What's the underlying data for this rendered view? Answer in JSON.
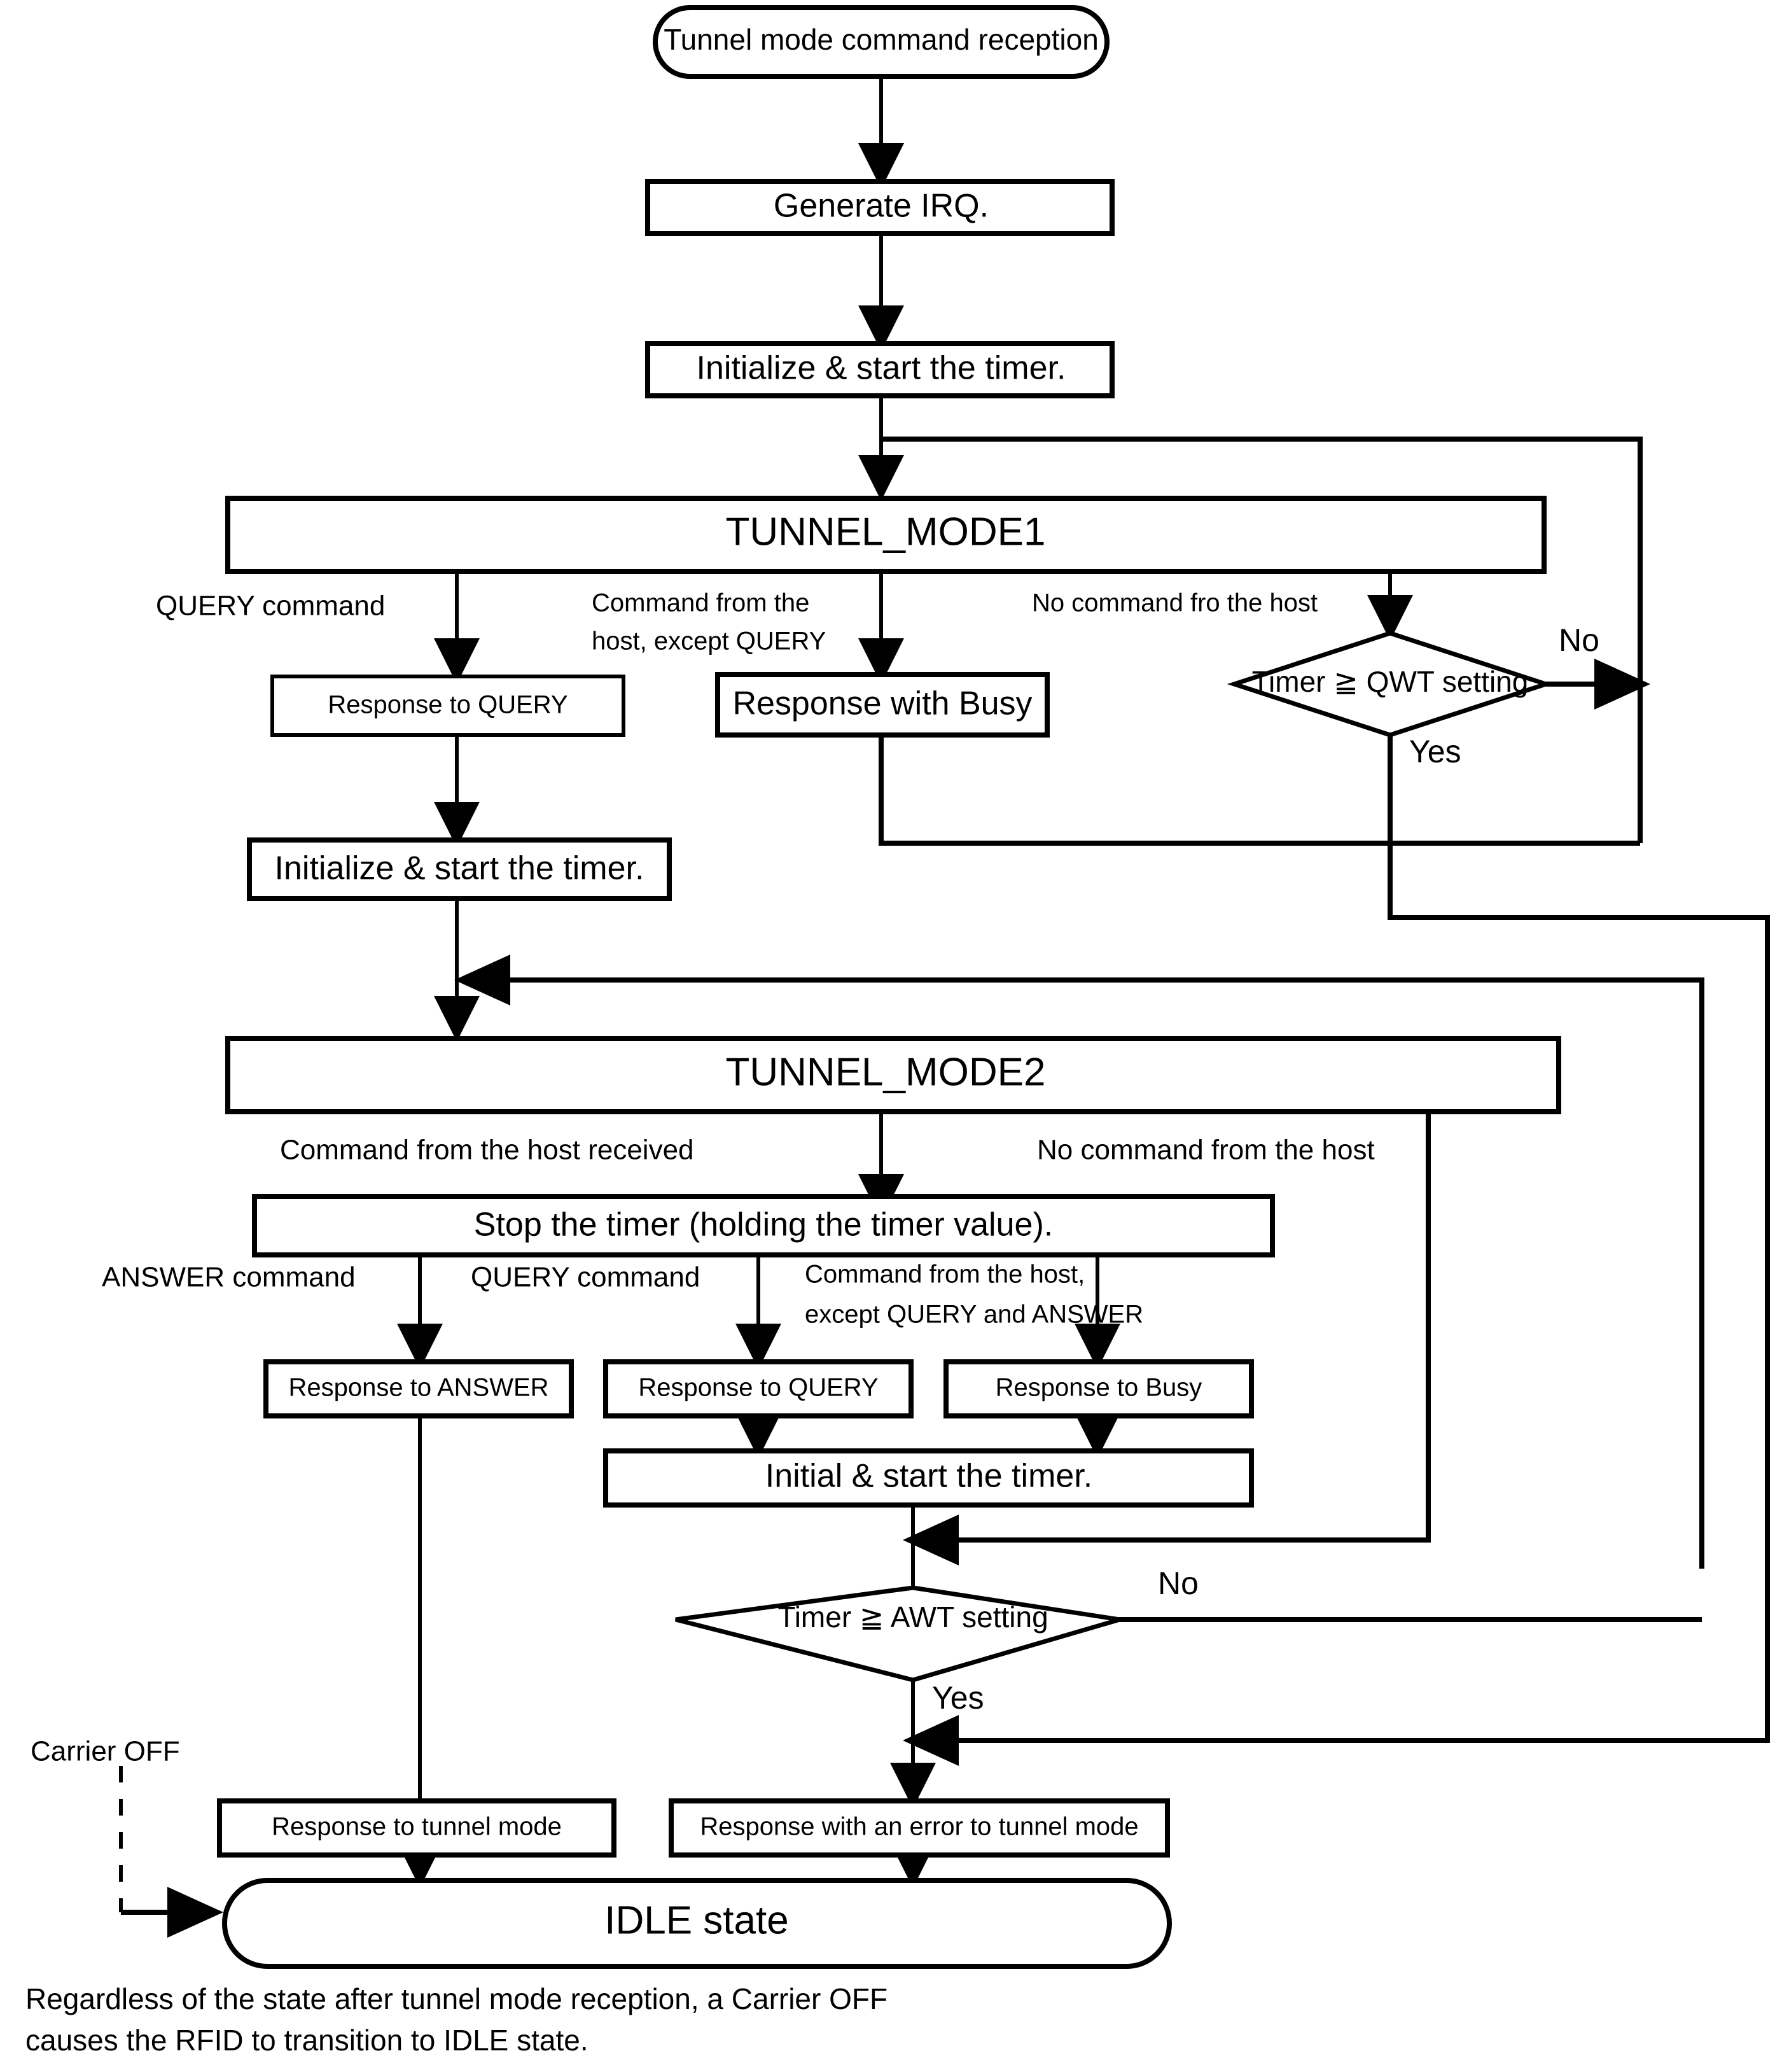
{
  "diagram": {
    "title": "Tunnel mode state transition flowchart",
    "nodes": {
      "start": "Tunnel mode command reception",
      "generate_irq": "Generate IRQ.",
      "init_timer_1": "Initialize & start the timer.",
      "tunnel_mode_1": "TUNNEL_MODE1",
      "response_to_query_1": "Response  to QUERY",
      "response_with_busy": "Response with Busy",
      "qwt_decision": "Timer ≧ QWT setting",
      "init_timer_2": "Initialize & start the timer.",
      "tunnel_mode_2": "TUNNEL_MODE2",
      "stop_timer": "Stop the timer (holding the timer value).",
      "response_to_answer": "Response to ANSWER",
      "response_to_query_2": "Response to QUERY",
      "response_to_busy": "Response to Busy",
      "init_start_timer_3": "Initial & start the timer.",
      "awt_decision": "Timer ≧ AWT setting",
      "response_to_tunnel_mode": "Response  to tunnel mode",
      "response_error_tunnel_mode": "Response with an error to tunnel mode",
      "idle_state": "IDLE state"
    },
    "edge_labels": {
      "query_command_1": "QUERY command",
      "command_except_query_line1": "Command  from the",
      "command_except_query_line2": "host, except QUERY",
      "no_command_host_1": "No command fro the host",
      "qwt_no": "No",
      "qwt_yes": "Yes",
      "command_received": "Command  from the host received",
      "no_command_host_2": "No command from the host",
      "answer_command": "ANSWER command",
      "query_command_2": "QUERY command",
      "command_except_qa_line1": "Command  from the host,",
      "command_except_qa_line2": "except QUERY  and ANSWER",
      "awt_no": "No",
      "awt_yes": "Yes",
      "carrier_off": "Carrier OFF"
    },
    "note": {
      "line1": "Regardless of the state after tunnel mode reception, a Carrier OFF",
      "line2": "causes the RFID to transition to IDLE state."
    },
    "colors": {
      "stroke": "#000000",
      "fill": "#ffffff",
      "background": "#ffffff"
    }
  }
}
